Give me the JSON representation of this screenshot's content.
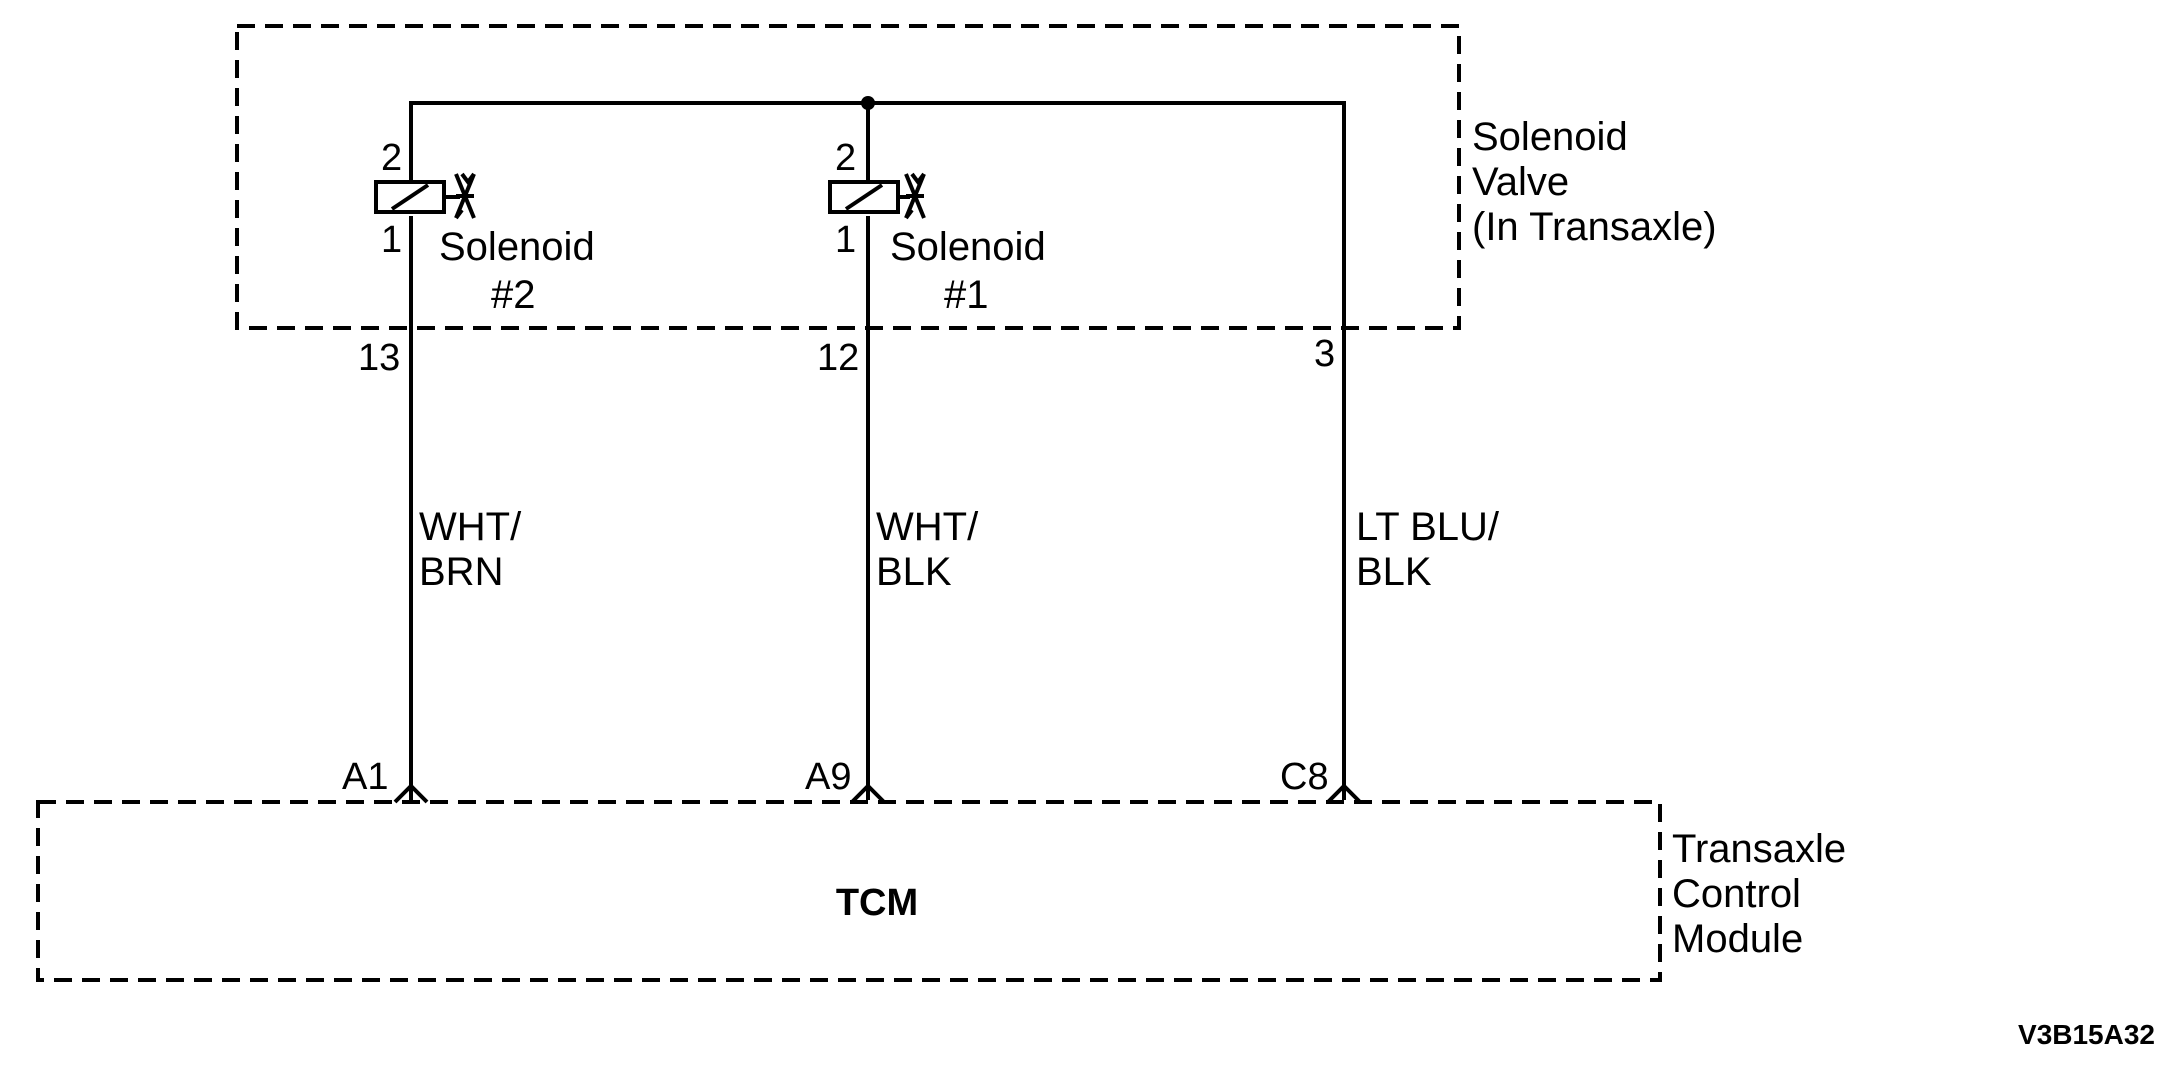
{
  "solenoid_valve": {
    "label_lines": [
      "Solenoid",
      "Valve",
      "(In Transaxle)"
    ]
  },
  "solenoids": [
    {
      "name_line1": "Solenoid",
      "name_line2": "#2",
      "pin_top": "2",
      "pin_bottom": "1"
    },
    {
      "name_line1": "Solenoid",
      "name_line2": "#1",
      "pin_top": "2",
      "pin_bottom": "1"
    }
  ],
  "connector_pins": [
    "13",
    "12",
    "3"
  ],
  "wires": [
    {
      "color_line1": "WHT/",
      "color_line2": "BRN"
    },
    {
      "color_line1": "WHT/",
      "color_line2": "BLK"
    },
    {
      "color_line1": "LT BLU/",
      "color_line2": "BLK"
    }
  ],
  "tcm_pins": [
    "A1",
    "A9",
    "C8"
  ],
  "tcm": {
    "name": "TCM",
    "label_lines": [
      "Transaxle",
      "Control",
      "Module"
    ]
  },
  "reference_code": "V3B15A32"
}
